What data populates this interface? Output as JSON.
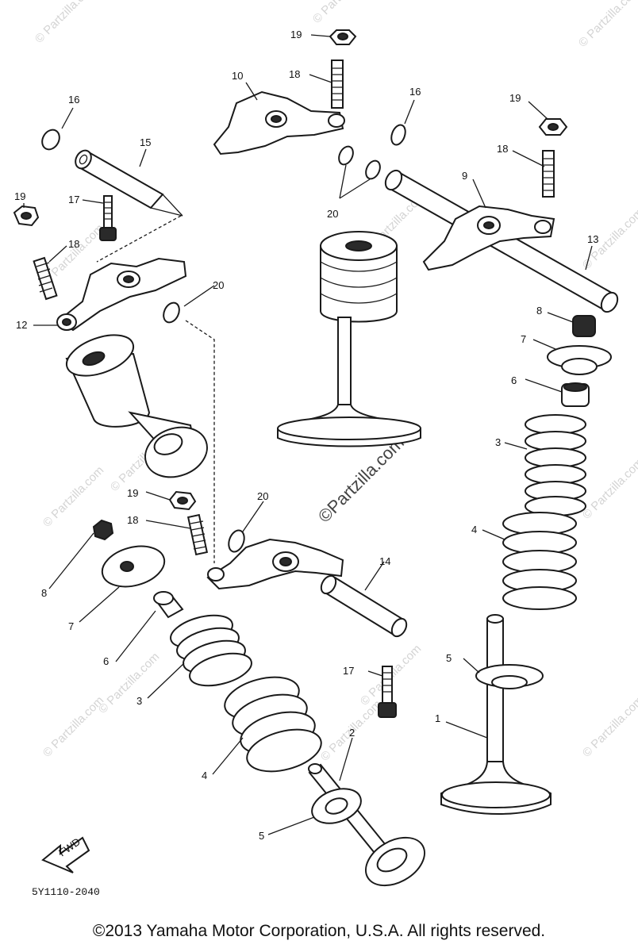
{
  "diagram_code": "5Y1110-2040",
  "copyright": "©2013 Yamaha Motor Corporation, U.S.A. All rights reserved.",
  "watermark_diagonal": "©Partzilla.com",
  "watermark_small": "© Partzilla.com",
  "fwd_label": "FWD",
  "callouts": {
    "c1": "1",
    "c2": "2",
    "c3a": "3",
    "c3b": "3",
    "c4a": "4",
    "c4b": "4",
    "c5a": "5",
    "c5b": "5",
    "c6a": "6",
    "c6b": "6",
    "c7a": "7",
    "c7b": "7",
    "c8a": "8",
    "c8b": "8",
    "c9": "9",
    "c10": "10",
    "c12": "12",
    "c13": "13",
    "c14": "14",
    "c15": "15",
    "c16a": "16",
    "c16b": "16",
    "c17a": "17",
    "c17b": "17",
    "c18a": "18",
    "c18b": "18",
    "c18c": "18",
    "c19a": "19",
    "c19b": "19",
    "c19c": "19",
    "c20a": "20",
    "c20b": "20",
    "c20c": "20"
  },
  "colors": {
    "ink": "#1a1a1a",
    "watermark": "#d4d4d4",
    "background": "#ffffff"
  }
}
